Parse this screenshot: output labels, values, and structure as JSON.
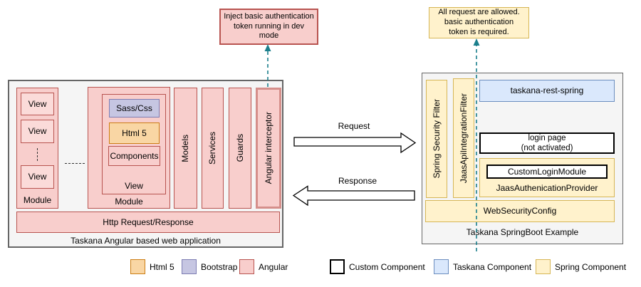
{
  "colors": {
    "angular_fill": "#f8cecc",
    "angular_stroke": "#b85450",
    "html5_fill": "#f9d6a4",
    "html5_stroke": "#cc7e15",
    "bootstrap_fill": "#c6c6e2",
    "bootstrap_stroke": "#7d7db3",
    "spring_fill": "#fff2cc",
    "spring_stroke": "#d6b656",
    "taskana_fill": "#dae8fc",
    "taskana_stroke": "#6c8ebf",
    "custom_stroke": "#000000",
    "container_fill": "#f5f5f5",
    "container_stroke": "#666666",
    "dashed_arrow": "#1b7f8c"
  },
  "notes": {
    "dev_token": "Inject basic authentication\ntoken running in dev\nmode",
    "auth": "All request are allowed.\nbasic authentication\ntoken is required."
  },
  "angular_app": {
    "title": "Taskana Angular based web application",
    "module1": {
      "label": "Module",
      "views": [
        "View",
        "View",
        "View"
      ]
    },
    "module2": {
      "label": "Module",
      "view_label": "View",
      "sass_css": "Sass/Css",
      "html5": "Html 5",
      "components": "Components"
    },
    "columns": {
      "models": "Models",
      "services": "Services",
      "guards": "Guards",
      "interceptor": "Angular interceptor"
    },
    "http_bar": "Http Request/Response"
  },
  "flows": {
    "request": "Request",
    "response": "Response"
  },
  "springboot": {
    "title": "Taskana SpringBoot Example",
    "spring_security_filter": "Spring Security Filter",
    "jaas_filter": "JaasApiIntegrationFilter",
    "rest": "taskana-rest-spring",
    "login_page": "login page\n(not activated)",
    "provider": "JaasAuthenicationProvider",
    "custom_login": "CustomLoginModule",
    "web_security": "WebSecurityConfig"
  },
  "legend": {
    "items": [
      {
        "label": "Html 5"
      },
      {
        "label": "Bootstrap"
      },
      {
        "label": "Angular"
      },
      {
        "label": "Custom Component"
      },
      {
        "label": "Taskana Component"
      },
      {
        "label": "Spring Component"
      }
    ]
  }
}
